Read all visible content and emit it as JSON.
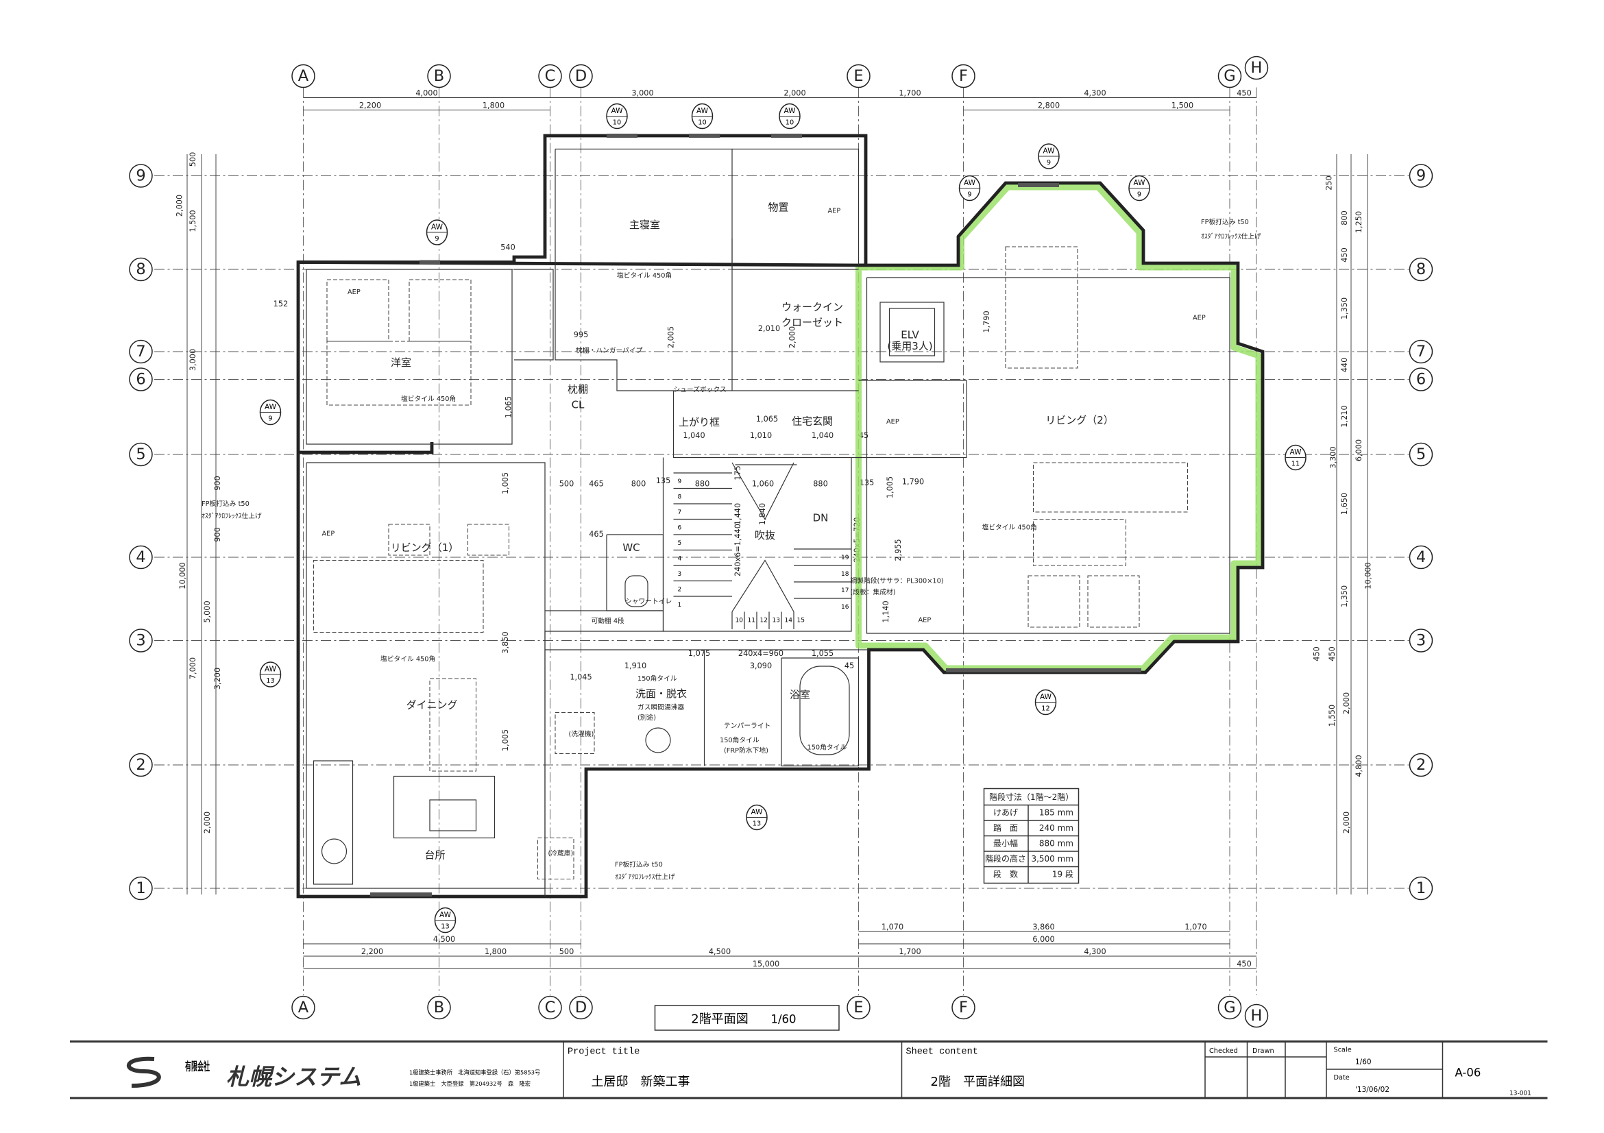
{
  "drawing": {
    "title": "2階平面図",
    "scale_label": "1/60",
    "column_grid": [
      {
        "label": "A"
      },
      {
        "label": "B"
      },
      {
        "label": "C"
      },
      {
        "label": "D"
      },
      {
        "label": "E"
      },
      {
        "label": "F"
      },
      {
        "label": "G"
      },
      {
        "label": "H"
      }
    ],
    "row_grid": [
      {
        "label": "9"
      },
      {
        "label": "8"
      },
      {
        "label": "7"
      },
      {
        "label": "6"
      },
      {
        "label": "5"
      },
      {
        "label": "4"
      },
      {
        "label": "3"
      },
      {
        "label": "2"
      },
      {
        "label": "1"
      }
    ],
    "top_dimensions": [
      "4,000",
      "3,000",
      "2,000",
      "1,700",
      "4,300",
      "450",
      "2,200",
      "1,800",
      "2,800",
      "1,500"
    ],
    "bottom_dimensions": [
      "2,200",
      "1,800",
      "500",
      "4,500",
      "1,700",
      "4,300",
      "15,000",
      "450",
      "4,500",
      "1,070",
      "3,860",
      "1,070",
      "6,000"
    ],
    "left_dimensions": [
      "500",
      "1,500",
      "2,000",
      "3,000",
      "900",
      "900",
      "5,000",
      "10,000",
      "3,200",
      "7,000",
      "2,000",
      "152"
    ],
    "right_dimensions": [
      "250",
      "800",
      "1,250",
      "450",
      "1,350",
      "440",
      "1,210",
      "3,300",
      "6,000",
      "1,650",
      "1,350",
      "10,000",
      "450",
      "450",
      "1,550",
      "2,000",
      "4,800",
      "2,000"
    ],
    "interior_dimensions": [
      "540",
      "995",
      "2,005",
      "2,010",
      "2,000",
      "1,065",
      "1,040",
      "1,010",
      "1,040",
      "1,065",
      "500",
      "465",
      "800",
      "135",
      "880",
      "1,060",
      "880",
      "1,005",
      "465",
      "1,440",
      "1,840",
      "2,955",
      "1,140",
      "1,790",
      "1,790",
      "1,075",
      "240x4=960",
      "1,055",
      "1,910",
      "1,045",
      "3,090",
      "45",
      "45",
      "135",
      "1,005",
      "3,850",
      "1,005",
      "240x6=1,440",
      "240x5=720",
      "175"
    ],
    "windows": [
      {
        "label": "AW",
        "num": "10"
      },
      {
        "label": "AW",
        "num": "10"
      },
      {
        "label": "AW",
        "num": "10"
      },
      {
        "label": "AW",
        "num": "9"
      },
      {
        "label": "AW",
        "num": "9"
      },
      {
        "label": "AW",
        "num": "9"
      },
      {
        "label": "AW",
        "num": "9"
      },
      {
        "label": "AW",
        "num": "9"
      },
      {
        "label": "AW",
        "num": "11"
      },
      {
        "label": "AW",
        "num": "13"
      },
      {
        "label": "AW",
        "num": "12"
      },
      {
        "label": "AW",
        "num": "13"
      },
      {
        "label": "AW",
        "num": "13"
      }
    ],
    "rooms": [
      "主寝室",
      "物置",
      "ウォークイン",
      "クローゼット",
      "ELV",
      "(乗用3人)",
      "洋室",
      "枕棚",
      "CL",
      "住宅玄関",
      "上がり框",
      "リビング（2）",
      "リビング（1）",
      "WC",
      "吹抜",
      "DN",
      "ダイニング",
      "洗面・脱衣",
      "浴室",
      "台所"
    ],
    "notes": [
      "塩ビタイル 450角",
      "塩ビタイル 450角",
      "塩ビタイル 450角",
      "塩ビタイル 450角",
      "AEP",
      "AEP",
      "AEP",
      "AEP",
      "AEP",
      "AEP",
      "FP板打込み t50",
      "ｵｽﾀﾞｱｸﾛﾌﾚｯｸｽ仕上げ",
      "FP板打込み t50",
      "ｵｽﾀﾞｱｸﾛﾌﾚｯｸｽ仕上げ",
      "FP板打込み t50",
      "ｵｽﾀﾞｱｸﾛﾌﾚｯｸｽ仕上げ",
      "鋼製階段(ササラ：PL300×10)",
      "(段板：集成材)",
      "150角タイル",
      "ガス瞬間湯沸器",
      "(別途)",
      "テンパーライト",
      "150角タイル",
      "(FRP防水下地)",
      "150角タイル",
      "可動棚 4段",
      "シャワートイレ",
      "(洗濯機)",
      "(冷蔵庫)",
      "シューズボックス",
      "枕棚・ハンガーパイプ"
    ],
    "stair_numbers": [
      "1",
      "2",
      "3",
      "4",
      "5",
      "6",
      "7",
      "8",
      "9",
      "10",
      "11",
      "12",
      "13",
      "14",
      "15",
      "16",
      "17",
      "18",
      "19"
    ]
  },
  "stair_table": {
    "title": "階段寸法（1階～2階）",
    "rows": [
      {
        "label": "けあげ",
        "value": "185 mm"
      },
      {
        "label": "踏　面",
        "value": "240 mm"
      },
      {
        "label": "最小幅",
        "value": "880 mm"
      },
      {
        "label": "階段の高さ",
        "value": "3,500 mm"
      },
      {
        "label": "段　数",
        "value": "19 段"
      }
    ]
  },
  "title_block": {
    "company_type": "有限会社",
    "company_name": "札幌システム",
    "registration_1": "1級建築士事務所　北海道知事登録（石）第5853号",
    "registration_2": "1級建築士　大臣登録　第204932号　森　隆宏",
    "project_title_label": "Project title",
    "project_title": "土居邸　新築工事",
    "sheet_content_label": "Sheet content",
    "sheet_content": "2階　平面詳細図",
    "checked_label": "Checked",
    "drawn_label": "Drawn",
    "scale_label": "Scale",
    "scale": "1/60",
    "date_label": "Date",
    "date": "'13/06/02",
    "sheet_number": "A-06",
    "project_number": "13-001"
  },
  "colors": {
    "highlight": "#9be06a",
    "line": "#222222"
  }
}
